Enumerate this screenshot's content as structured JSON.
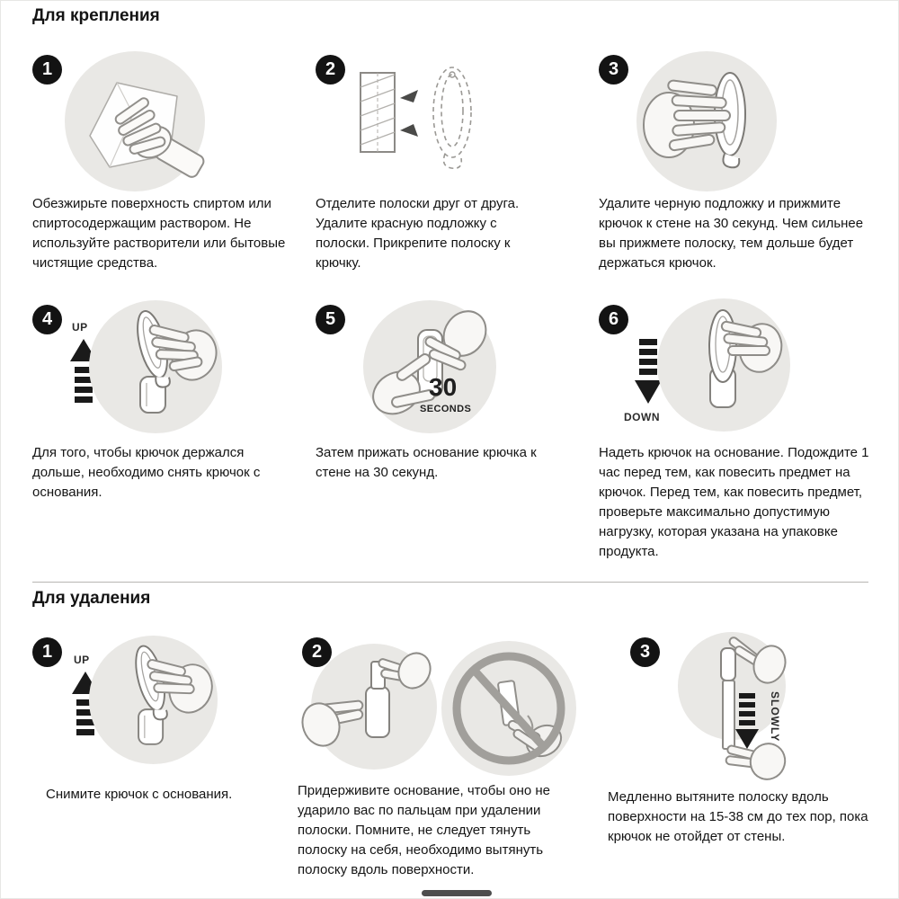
{
  "mount": {
    "title": "Для крепления",
    "steps": [
      {
        "num": "1",
        "text": "Обезжирьте поверхность спиртом или спиртосодержащим раствором. Не используйте растворители или бытовые чистящие средства."
      },
      {
        "num": "2",
        "text": "Отделите полоски друг от друга. Удалите красную подложку с полоски. Прикрепите полоску к крючку."
      },
      {
        "num": "3",
        "text": "Удалите черную подложку и прижмите крючок к стене на 30 секунд. Чем сильнее вы прижмете полоску, тем дольше будет держаться крючок."
      },
      {
        "num": "4",
        "label": "UP",
        "text": "Для того, чтобы крючок держался дольше, необходимо снять крючок с основания."
      },
      {
        "num": "5",
        "label_value": "30",
        "label_unit": "SECONDS",
        "text": "Затем прижать основание крючка к стене на 30 секунд."
      },
      {
        "num": "6",
        "label": "DOWN",
        "text": "Надеть крючок на основание. Подождите 1 час перед тем, как повесить предмет на крючок. Перед тем, как повесить предмет, проверьте максимально допустимую нагрузку, которая указана на упаковке продукта."
      }
    ]
  },
  "removal": {
    "title": "Для удаления",
    "steps": [
      {
        "num": "1",
        "label": "UP",
        "text": "Снимите крючок с основания."
      },
      {
        "num": "2",
        "text": "Придерживите основание, чтобы оно не ударило вас по пальцам при удалении полоски. Помните, не следует тянуть полоску на себя, необходимо вытянуть полоску вдоль поверхности."
      },
      {
        "num": "3",
        "label": "SLOWLY",
        "text": "Медленно вытяните полоску вдоль поверхности на 15-38 см до тех пор, пока крючок не отойдет от стены."
      }
    ]
  }
}
